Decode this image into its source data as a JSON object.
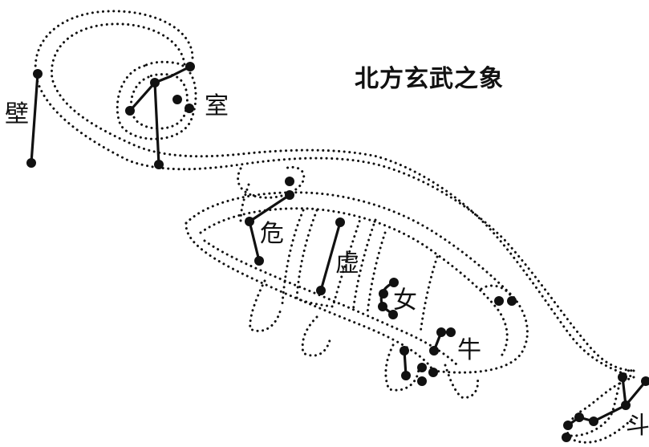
{
  "diagram": {
    "title": "北方玄武之象",
    "mansions": [
      {
        "id": "bi",
        "label": "壁"
      },
      {
        "id": "shi",
        "label": "室"
      },
      {
        "id": "wei",
        "label": "危"
      },
      {
        "id": "xu",
        "label": "虚"
      },
      {
        "id": "nv",
        "label": "女"
      },
      {
        "id": "niu",
        "label": "牛"
      },
      {
        "id": "dou",
        "label": "斗"
      }
    ],
    "colors": {
      "ink": "#111111",
      "background": "#ffffff"
    }
  }
}
